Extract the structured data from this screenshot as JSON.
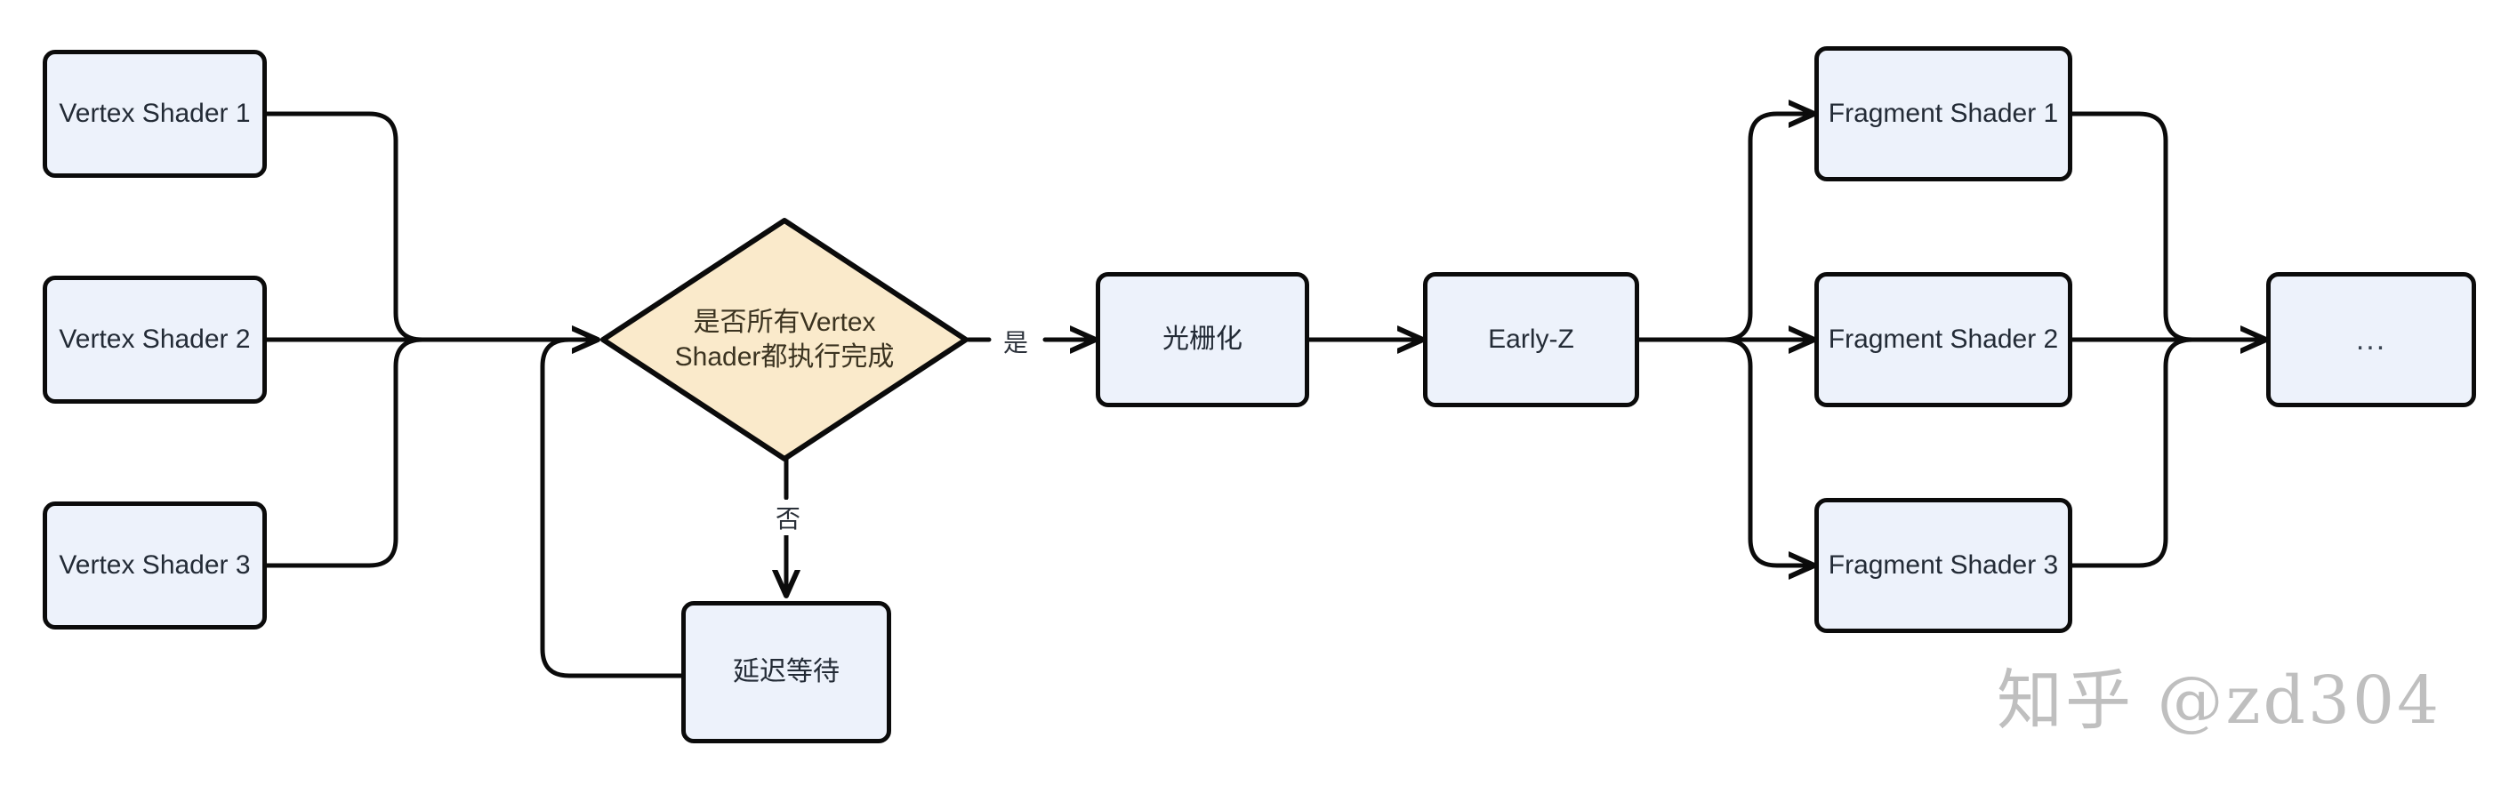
{
  "diagram": {
    "type": "flowchart",
    "title": "GPU Vertex/Fragment Shader Pipeline Flowchart",
    "background_color": "#ffffff",
    "node_fill_color": "#edf2fb",
    "decision_fill_color": "#faeacb",
    "stroke_color": "#0b0b0b",
    "text_color": "#232b36",
    "nodes": {
      "vertex_shader_1": "Vertex Shader 1",
      "vertex_shader_2": "Vertex Shader 2",
      "vertex_shader_3": "Vertex Shader 3",
      "decision": "是否所有Vertex Shader都执行完成",
      "delay_wait": "延迟等待",
      "rasterize": "光栅化",
      "early_z": "Early-Z",
      "fragment_shader_1": "Fragment Shader 1",
      "fragment_shader_2": "Fragment Shader 2",
      "fragment_shader_3": "Fragment Shader 3",
      "more": "..."
    },
    "edge_labels": {
      "yes": "是",
      "no": "否"
    }
  },
  "watermark": {
    "text": "知乎 @zd304",
    "color": "#bfbfbf"
  }
}
